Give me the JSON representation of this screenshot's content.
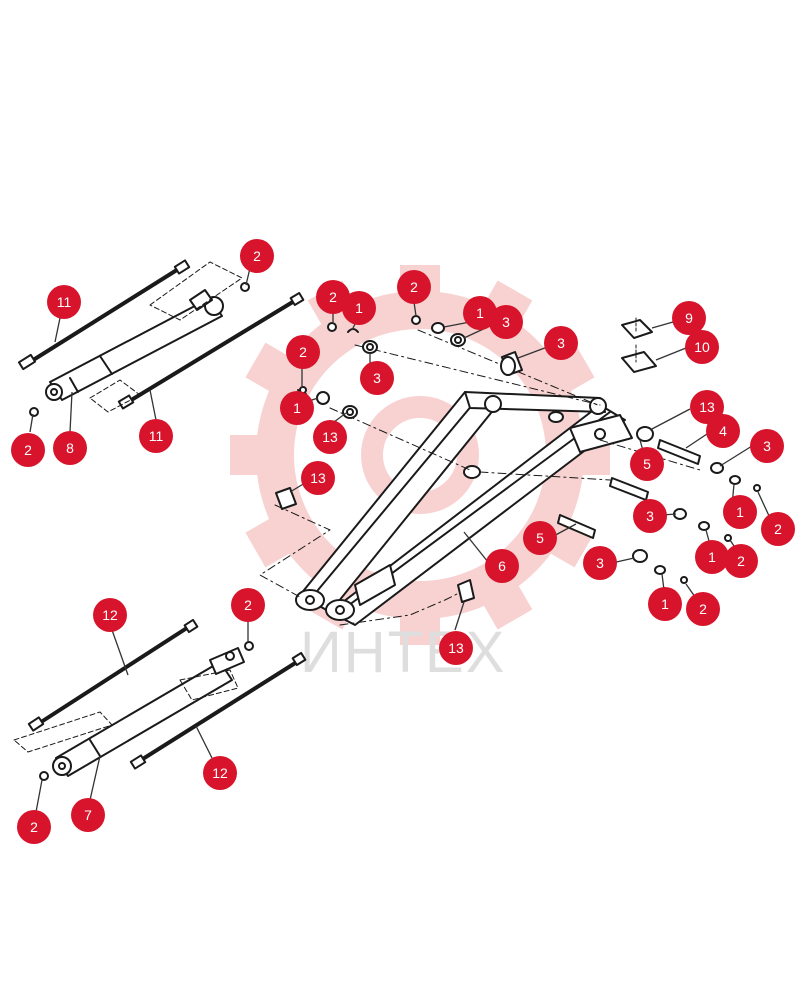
{
  "watermark": {
    "text": "ИНТЕХ",
    "gear_color": "#f7c9c9",
    "text_color": "#d9d9d9"
  },
  "colors": {
    "callout_fill": "#d7142b",
    "callout_text": "#ffffff",
    "line_art": "#1a1a1a",
    "leader": "#333333"
  },
  "callouts": [
    {
      "label": "11"
    },
    {
      "label": "2"
    },
    {
      "label": "8"
    },
    {
      "label": "2"
    },
    {
      "label": "11"
    },
    {
      "label": "2"
    },
    {
      "label": "1"
    },
    {
      "label": "2"
    },
    {
      "label": "1"
    },
    {
      "label": "3"
    },
    {
      "label": "2"
    },
    {
      "label": "1"
    },
    {
      "label": "3"
    },
    {
      "label": "13"
    },
    {
      "label": "3"
    },
    {
      "label": "9"
    },
    {
      "label": "10"
    },
    {
      "label": "13"
    },
    {
      "label": "4"
    },
    {
      "label": "3"
    },
    {
      "label": "5"
    },
    {
      "label": "3"
    },
    {
      "label": "1"
    },
    {
      "label": "2"
    },
    {
      "label": "13"
    },
    {
      "label": "5"
    },
    {
      "label": "6"
    },
    {
      "label": "3"
    },
    {
      "label": "1"
    },
    {
      "label": "2"
    },
    {
      "label": "1"
    },
    {
      "label": "2"
    },
    {
      "label": "13"
    },
    {
      "label": "12"
    },
    {
      "label": "2"
    },
    {
      "label": "12"
    },
    {
      "label": "7"
    },
    {
      "label": "2"
    }
  ]
}
